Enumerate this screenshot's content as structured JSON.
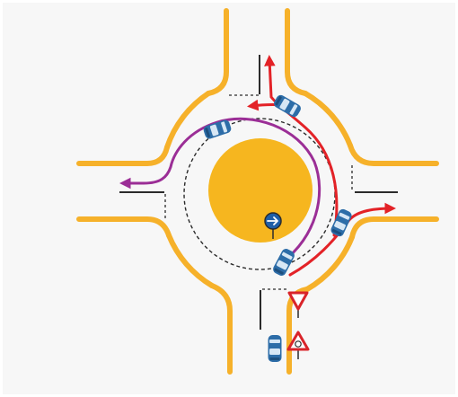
{
  "colors": {
    "background": "#ffffff",
    "panel": "#f7f7f7",
    "road_edge": "#f6b12a",
    "island": "#f6b61f",
    "car_body": "#2d6da8",
    "car_window": "#d7e7f5",
    "route_red": "#e32227",
    "route_purple": "#9b2e96",
    "dashed_line": "#2b2b2b",
    "stop_line": "#2b2b2b",
    "sign_blue": "#1f5fa8",
    "sign_red": "#d9242a"
  },
  "elements": {
    "roundabout": "roundabout-intersection",
    "island": "central-island",
    "cars": [
      "car-north-exit",
      "car-top-left",
      "car-east-ring",
      "car-entering-south",
      "car-waiting-south"
    ],
    "routes": [
      "red-route-north-exit",
      "red-route-east-exit",
      "purple-route-west-exit"
    ],
    "signs": [
      "roundabout-mandatory-sign",
      "give-way-sign",
      "roundabout-ahead-warning-sign"
    ]
  }
}
